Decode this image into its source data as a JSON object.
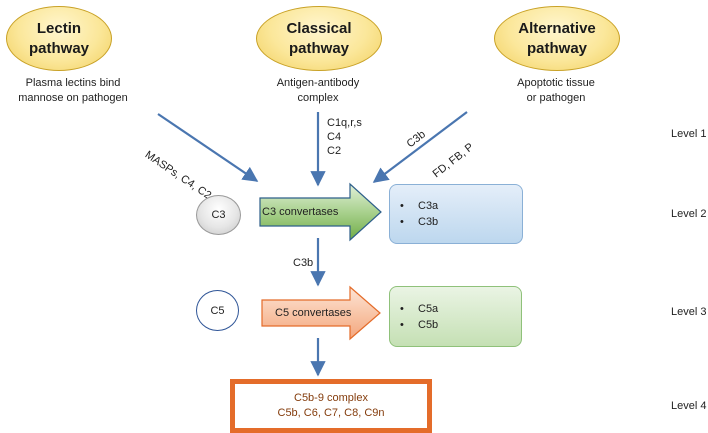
{
  "pathways": [
    {
      "title": "Lectin\npathway",
      "description": "Plasma lectins bind\nmannose on pathogen"
    },
    {
      "title": "Classical\npathway",
      "description": "Antigen-antibody\ncomplex"
    },
    {
      "title": "Alternative\npathway",
      "description": "Apoptotic tissue\nor pathogen"
    }
  ],
  "arrow_labels": {
    "lectin": "MASPs, C4, C2",
    "classical": "C1q,r,s\nC4\nC2",
    "alternative_top": "C3b",
    "alternative_bottom": "FD, FB, P",
    "c3b_mid": "C3b"
  },
  "nodes": {
    "c3": "C3",
    "c5": "C5",
    "c3_convertases": "C3 convertases",
    "c5_convertases": "C5 convertases"
  },
  "products": {
    "level2": [
      "C3a",
      "C3b"
    ],
    "level3": [
      "C5a",
      "C5b"
    ]
  },
  "mac": {
    "line1": "C5b-9 complex",
    "line2": "C5b, C6, C7, C8, C9n"
  },
  "levels": [
    "Level 1",
    "Level 2",
    "Level 3",
    "Level 4"
  ],
  "colors": {
    "arrow": "#4a76b0",
    "oval_fill": "#fbe79a",
    "c3_convertase_fill": "#a8d08d",
    "c5_convertase_fill": "#f4b183",
    "level2_box_fill": "#bdd7ee",
    "level3_box_fill": "#c5e0b4",
    "mac_border": "#e46c2a",
    "mac_text": "#843c0c"
  }
}
